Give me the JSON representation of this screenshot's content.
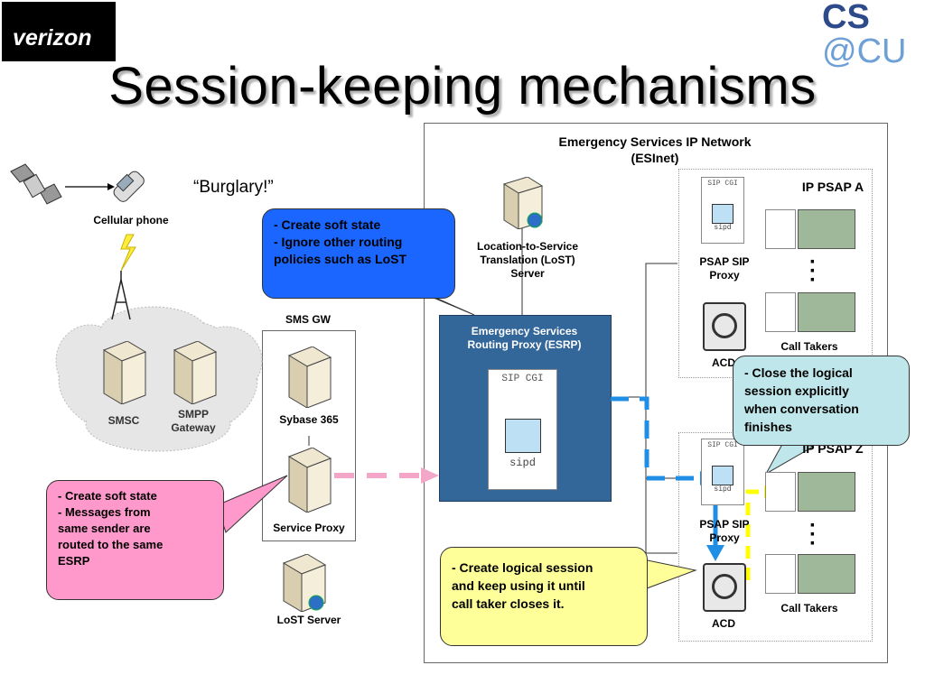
{
  "title": "Session-keeping mechanisms",
  "logos": {
    "verizon": "verizon",
    "cs_top": "CS",
    "cs_bottom": "@CU"
  },
  "burglary": "“Burglary!”",
  "cellular_phone": "Cellular phone",
  "smsc": "SMSC",
  "smpp_gateway": [
    "SMPP",
    "Gateway"
  ],
  "sms_gw": "SMS GW",
  "sybase": "Sybase 365",
  "service_proxy": "Service Proxy",
  "lost_server": "LoST Server",
  "esinet": [
    "Emergency Services IP Network",
    "(ESInet)"
  ],
  "lost_translation": [
    "Location-to-Service",
    "Translation (LoST)",
    "Server"
  ],
  "esrp": [
    "Emergency Services",
    "Routing Proxy (ESRP)"
  ],
  "sip_cgi": "SIP CGI",
  "sipd": "sipd",
  "psap_a": "IP PSAP A",
  "psap_z": "IP PSAP Z",
  "psap_sip_proxy": [
    "PSAP SIP",
    "Proxy"
  ],
  "acd": "ACD",
  "call_takers": "Call Takers",
  "callout_blue": [
    "- Create soft state",
    "- Ignore other routing",
    "policies such as LoST"
  ],
  "callout_pink": [
    "- Create soft state",
    "- Messages from",
    "same sender are",
    "routed to the same",
    "ESRP"
  ],
  "callout_teal": [
    "- Close the logical",
    "session  explicitly",
    "when conversation",
    "finishes"
  ],
  "callout_yellow": [
    "- Create logical session",
    "and keep using it until",
    "call taker closes it."
  ],
  "colors": {
    "blue_callout": "#1a66ff",
    "pink_callout": "#ff99cc",
    "teal_callout": "#bfe6ea",
    "yellow_callout": "#ffff99",
    "esrp_box": "#336699",
    "dash_pink": "#f4a6c8",
    "dash_blue": "#1f8fe6",
    "dash_yellow": "#ffff00"
  }
}
